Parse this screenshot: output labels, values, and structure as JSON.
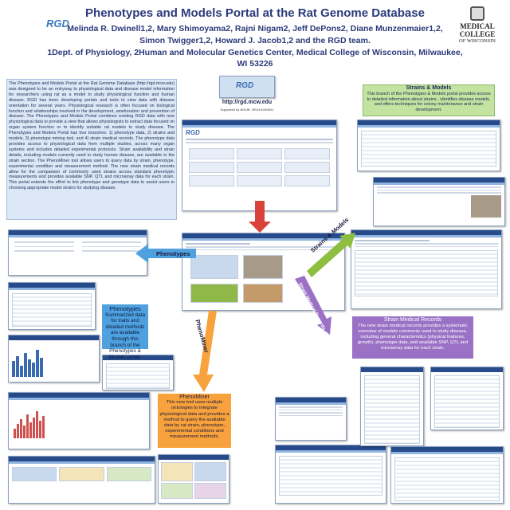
{
  "header": {
    "title": "Phenotypes and Models Portal at the Rat Genome Database",
    "authors_line1": "Melinda R. Dwinell1,2, Mary Shimoyama2, Rajni Nigam2, Jeff DePons2, Diane Munzenmaier1,2,",
    "authors_line2": "Simon Twigger1,2, Howard J. Jacob1,2 and the RGD team.",
    "affiliation_line1": "1Dept. of Physiology, 2Human and Molecular Genetics Center, Medical College of Wisconsin, Milwaukee,",
    "affiliation_line2": "WI 53226",
    "left_logo": "RGD",
    "right_logo_line1": "MEDICAL COLLEGE",
    "right_logo_line2": "OF WISCONSIN"
  },
  "intro": "The Phenotypes and Models Portal at the Rat Genome Database (http://rgd.mcw.edu) was designed to be an entryway to physiological data and disease model information for researchers using rat as a model to study physiological function and human disease. RGD has been developing portals and tools to view data with disease orientation for several years. Physiological research is often focused on biological function and relationships involved in the development, amelioration and prevention of disease. The Phenotypes and Models Portal combines existing RGD data with new physiological data to provide a view that allows physiologists to extract data focused on organ system function or to identify suitable rat models to study disease. The Phenotypes and Models Portal has four branches: 1) phenotype data, 2) strains and models, 3) phenotype mining tool, and 4) strain medical records. The phenotype data provides access to physiological data from multiple studies, across many organ systems and includes detailed experimental protocols. Strain availability and strain details, including models currently used to study human disease, are available in the strain section. The PhenoMiner tool allows users to query data by strain, phenotype, experimental condition and measurement method. The new strain medical records allow for the comparison of commonly used strains across standard phenotypic measurements and provides available SNP, QTL and microarray data for each strain. This portal extends the effort to link phenotype and genotype data to assist users in choosing appropriate model strains for studying disease.",
  "site": {
    "url": "http://rgd.mcw.edu",
    "supported_by": "Supported by NHLBI: 1R01HL064541"
  },
  "strains_box": {
    "title": "Strains & Models",
    "body": "This branch of the Phenotypes & Models portal provides access to detailed information about strains , identifies disease models, and offers techniques for colony maintenance and strain development."
  },
  "phenotypes_box": {
    "title": "Phenotypes",
    "body": "Summarized data for traits and detailed methods are available through this branch of the Phenotypes & Models portal."
  },
  "phenominer_box": {
    "title": "PhenoMiner",
    "body": "This new tool uses multiple ontologies to integrate physiological data and provides a method to query the available data by rat strain, phenotype, experimental conditions and measurement methods."
  },
  "medical_box": {
    "title": "Strain Medical Records",
    "body": "The new strain medical records provides a systematic overview of models commonly used to study disease, including general characteristics (physical features, growth), phenotype data, and available SNP, QTL and microarray data for each strain."
  },
  "arrows": {
    "phenotypes": "Phenotypes",
    "strains": "Strains & Models",
    "phenominer": "PhenoMiner",
    "medical": "Strain Medical Records"
  },
  "colors": {
    "title": "#2b3a7a",
    "intro_bg": "#dde8f6",
    "green": "#c3e3a0",
    "blue": "#4fa0df",
    "orange": "#f7a23c",
    "purple": "#9a71c5",
    "red_arrow": "#d9423a",
    "green_arrow": "#8dbe3f"
  }
}
